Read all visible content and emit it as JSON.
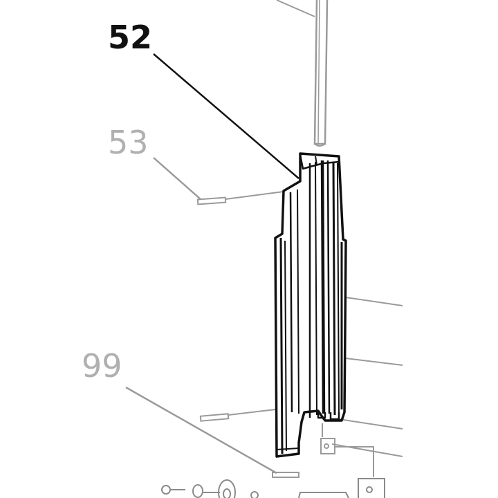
{
  "callouts": {
    "primary": "52",
    "secondary": "53",
    "tertiary": "99"
  },
  "colors": {
    "ink": "#111111",
    "faded": "#b0b0b0",
    "background": "#ffffff"
  }
}
